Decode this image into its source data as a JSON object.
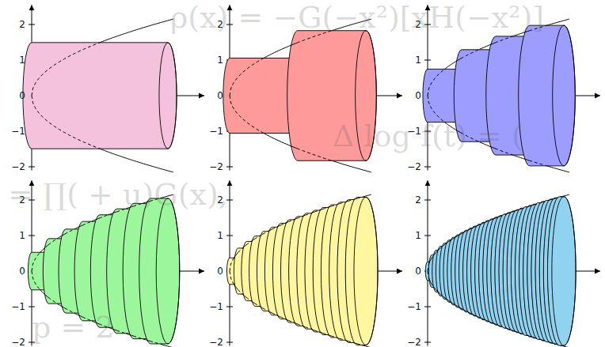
{
  "diagram": {
    "labels": [
      "2",
      "1",
      "0",
      "−1",
      "−2",
      "2",
      "1",
      "0",
      "−1",
      "−2",
      "2",
      "1",
      "0",
      "−1",
      "−2",
      "2",
      "1",
      "0",
      "−1",
      "−2",
      "2",
      "1",
      "0",
      "−1",
      "−2",
      "2",
      "1",
      "0",
      "−1",
      "−2",
      "ρ(x) = −G(−x²)[xH(−x²)]",
      "Δ log f(t) = (",
      "= ∏( + u)G(x),",
      "p = 2"
    ]
  }
}
